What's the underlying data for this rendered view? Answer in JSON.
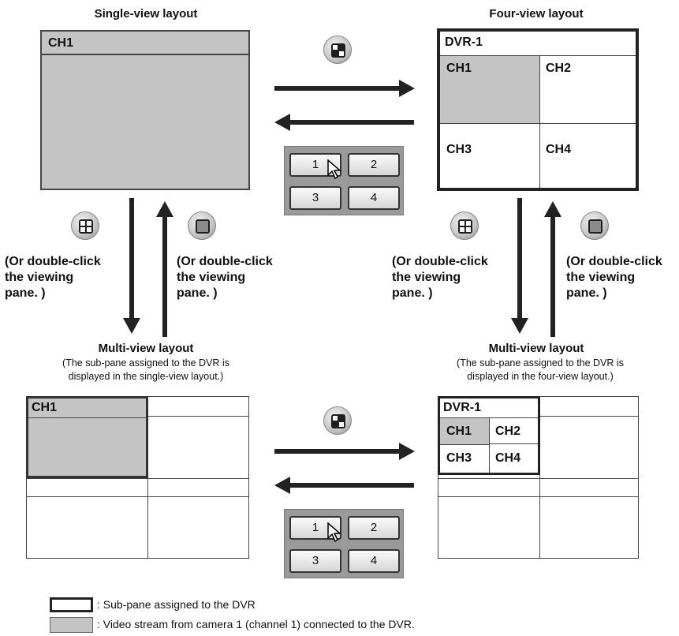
{
  "single": {
    "title": "Single-view layout",
    "ch1": "CH1"
  },
  "four": {
    "title": "Four-view layout",
    "dvr": "DVR-1",
    "ch1": "CH1",
    "ch2": "CH2",
    "ch3": "CH3",
    "ch4": "CH4"
  },
  "note": {
    "line1": "(Or double-click",
    "line2": "the viewing",
    "line3": "pane. )"
  },
  "multi_left": {
    "title": "Multi-view layout",
    "sub1": "(The sub-pane assigned to the DVR is",
    "sub2": "displayed in the single-view layout.)",
    "ch1": "CH1"
  },
  "multi_right": {
    "title": "Multi-view layout",
    "sub1": "(The sub-pane assigned to the DVR is",
    "sub2": "displayed in the four-view layout.)",
    "dvr": "DVR-1",
    "ch1": "CH1",
    "ch2": "CH2",
    "ch3": "CH3",
    "ch4": "CH4"
  },
  "pad": {
    "b1": "1",
    "b2": "2",
    "b3": "3",
    "b4": "4"
  },
  "legend": {
    "item1": ": Sub-pane assigned to the DVR",
    "item2": ": Video stream from camera 1 (channel 1) connected to the DVR."
  },
  "icons": [
    "four-view-icon",
    "multi-view-icon",
    "single-view-icon",
    "cursor-icon"
  ],
  "colors": {
    "highlight": "#c4c4c4",
    "line": "#222222"
  }
}
